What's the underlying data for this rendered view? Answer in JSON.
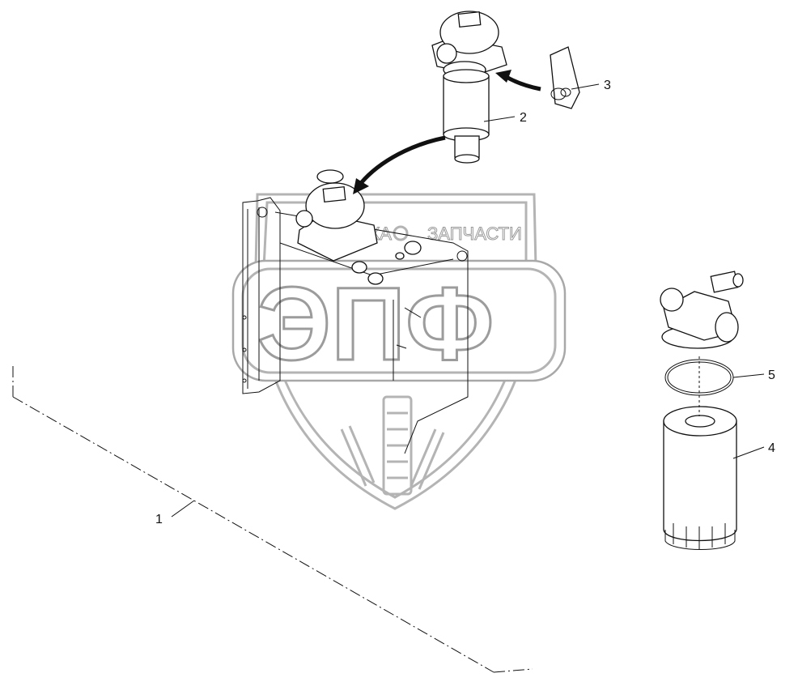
{
  "watermark": {
    "brand_letters": "ЭПФ",
    "brand_text_left": "ТЕХНИКА",
    "brand_text_right": "ЗАПЧАСТИ"
  },
  "callouts": [
    {
      "id": "1",
      "label": "1"
    },
    {
      "id": "2",
      "label": "2"
    },
    {
      "id": "3",
      "label": "3"
    },
    {
      "id": "4",
      "label": "4"
    },
    {
      "id": "5",
      "label": "5"
    }
  ]
}
